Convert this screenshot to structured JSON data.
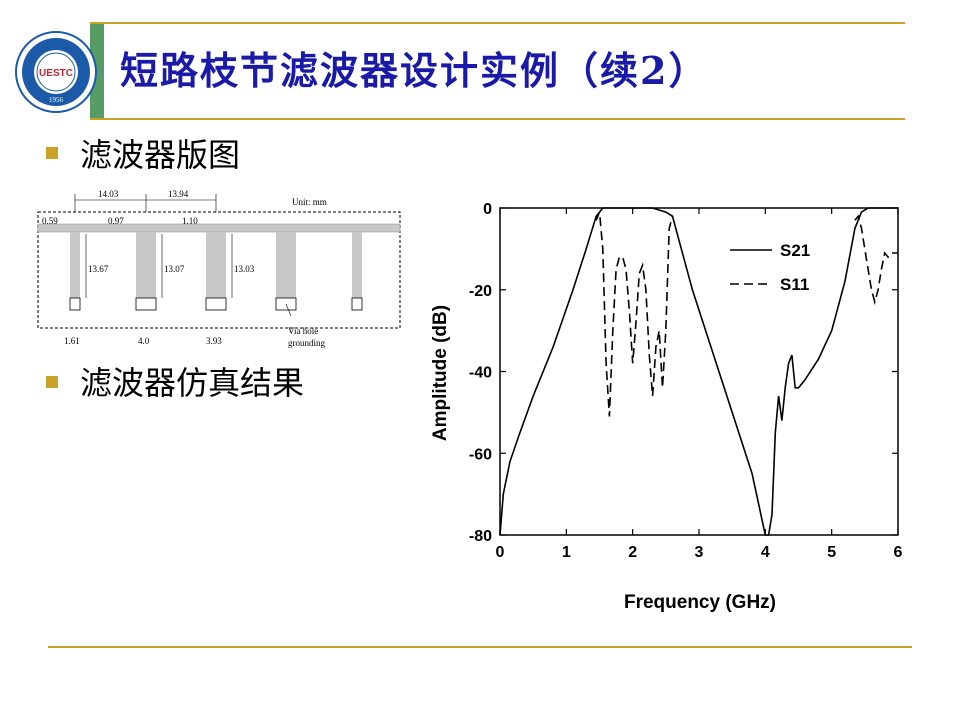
{
  "header": {
    "title": "短路枝节滤波器设计实例（续2）"
  },
  "logo": {
    "text": "UESTC",
    "year": "1956"
  },
  "bullets": [
    {
      "text": "滤波器版图"
    },
    {
      "text": "滤波器仿真结果"
    }
  ],
  "layout_figure": {
    "unit": "Unit: mm",
    "dims_top": [
      "14.03",
      "13.94"
    ],
    "dims_small": [
      "0.59",
      "0.97",
      "1.10"
    ],
    "stub_lengths": [
      "13.67",
      "13.07",
      "13.03"
    ],
    "widths": [
      "1.61",
      "4.0",
      "3.93"
    ],
    "via_label_1": "Via hole",
    "via_label_2": "grounding"
  },
  "chart_data": {
    "type": "line",
    "xlabel": "Frequency (GHz)",
    "ylabel": "Amplitude (dB)",
    "xlim": [
      0,
      6
    ],
    "ylim": [
      -80,
      0
    ],
    "xticks": [
      "0",
      "1",
      "2",
      "3",
      "4",
      "5",
      "6"
    ],
    "yticks": [
      "0",
      "-20",
      "-40",
      "-60",
      "-80"
    ],
    "legend_position": "top-right",
    "series": [
      {
        "name": "S21",
        "style": "solid",
        "x": [
          0.0,
          0.05,
          0.15,
          0.3,
          0.5,
          0.8,
          1.1,
          1.3,
          1.45,
          1.55,
          1.7,
          2.0,
          2.3,
          2.5,
          2.6,
          2.7,
          2.9,
          3.2,
          3.5,
          3.8,
          4.0,
          4.05,
          4.1,
          4.15,
          4.2,
          4.25,
          4.3,
          4.35,
          4.4,
          4.45,
          4.5,
          4.6,
          4.8,
          5.0,
          5.2,
          5.35,
          5.45,
          5.55,
          5.7,
          6.0
        ],
        "y": [
          -80,
          -70,
          -62,
          -55,
          -46,
          -34,
          -20,
          -10,
          -2,
          0,
          0,
          0,
          0,
          -1,
          -2,
          -8,
          -20,
          -35,
          -50,
          -65,
          -80,
          -80,
          -75,
          -55,
          -46,
          -52,
          -44,
          -38,
          -36,
          -44,
          -44,
          -42,
          -37,
          -30,
          -18,
          -5,
          -1,
          0,
          0,
          0
        ]
      },
      {
        "name": "S11",
        "style": "dashed",
        "x": [
          1.45,
          1.5,
          1.55,
          1.6,
          1.65,
          1.7,
          1.75,
          1.8,
          1.85,
          1.9,
          1.95,
          2.0,
          2.05,
          2.1,
          2.15,
          2.2,
          2.25,
          2.3,
          2.35,
          2.4,
          2.45,
          2.5,
          2.55,
          2.6,
          5.35,
          5.4,
          5.45,
          5.5,
          5.55,
          5.6,
          5.65,
          5.7,
          5.75,
          5.8,
          5.85,
          5.9,
          5.95,
          6.0
        ],
        "y": [
          -3,
          -1,
          -10,
          -38,
          -51,
          -30,
          -15,
          -12,
          -12,
          -15,
          -25,
          -38,
          -28,
          -16,
          -14,
          -20,
          -36,
          -46,
          -34,
          -30,
          -44,
          -30,
          -5,
          -2,
          -3,
          -2,
          -5,
          -10,
          -15,
          -20,
          -23,
          -20,
          -15,
          -11,
          -12,
          -11,
          -11,
          -11
        ]
      }
    ]
  }
}
